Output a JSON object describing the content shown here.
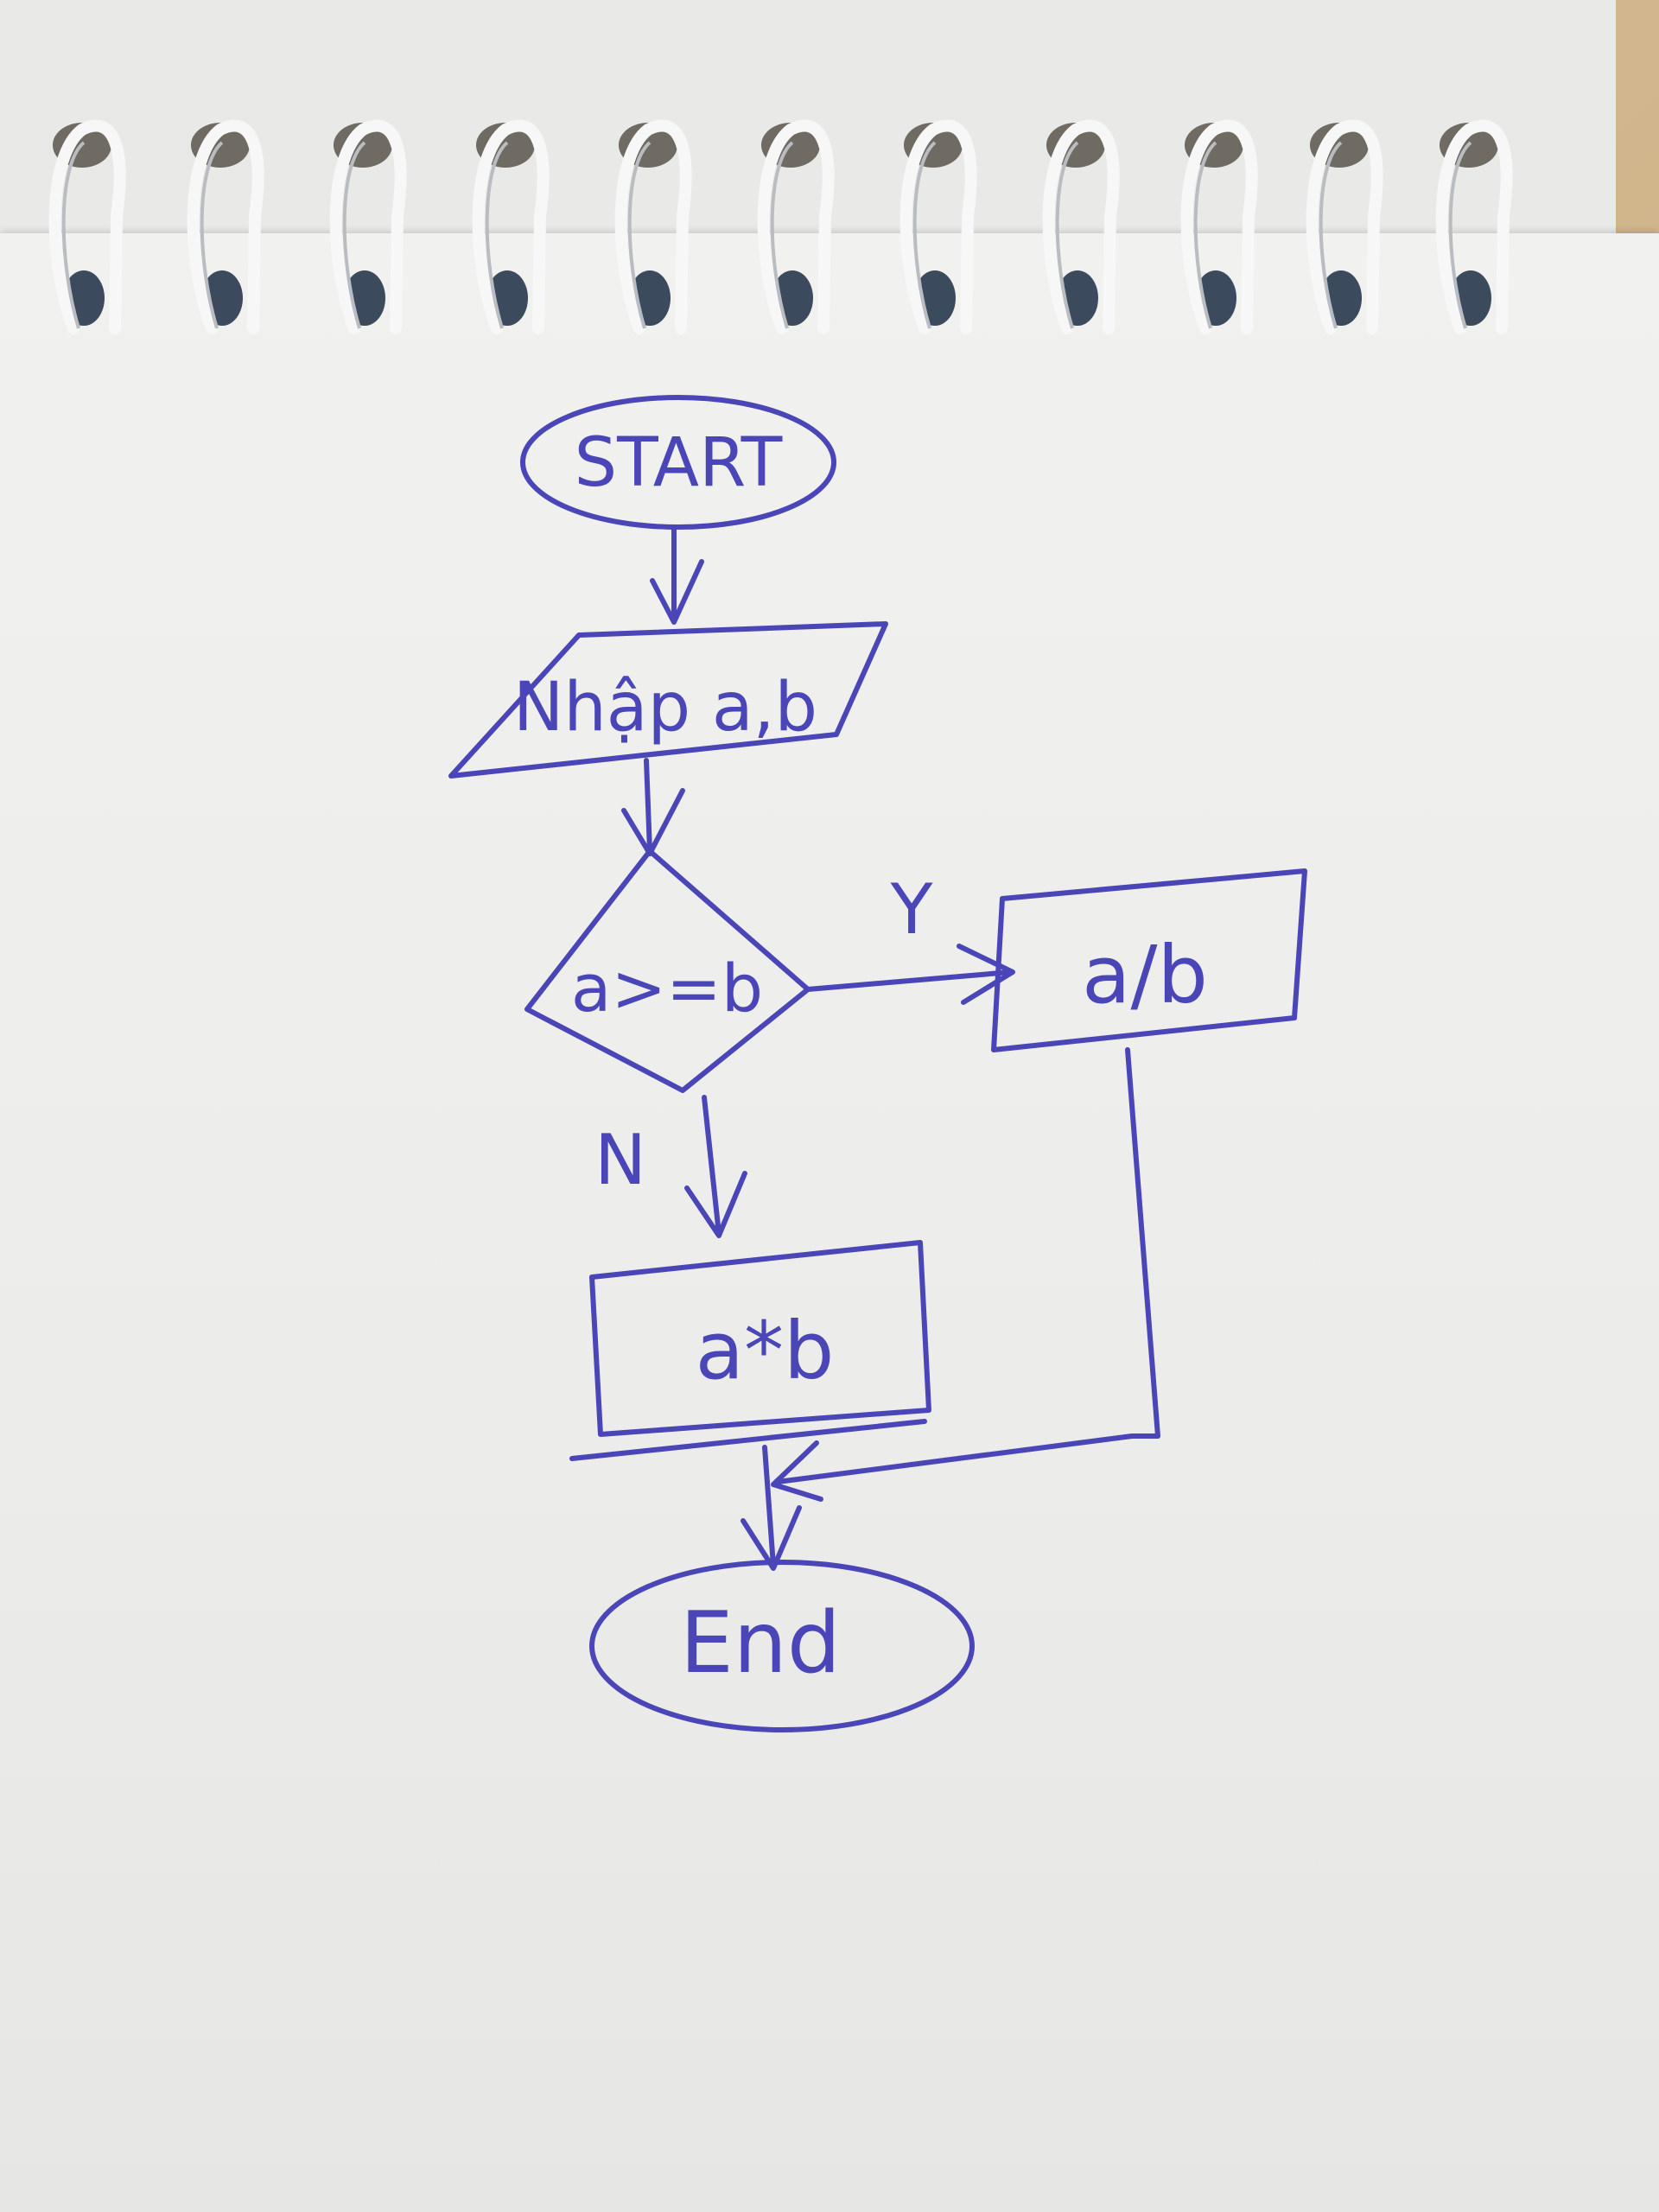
{
  "colors": {
    "ink": "#4a46b8",
    "paper": "#efefed",
    "ring": "#f5f5f5"
  },
  "flowchart": {
    "start": {
      "label": "START"
    },
    "input": {
      "label": "Nhập a,b"
    },
    "decision": {
      "label": "a>=b"
    },
    "yes_label": "Y",
    "no_label": "N",
    "process_yes": {
      "label": "a/b"
    },
    "process_no": {
      "label": "a*b"
    },
    "end": {
      "label": "End"
    }
  }
}
